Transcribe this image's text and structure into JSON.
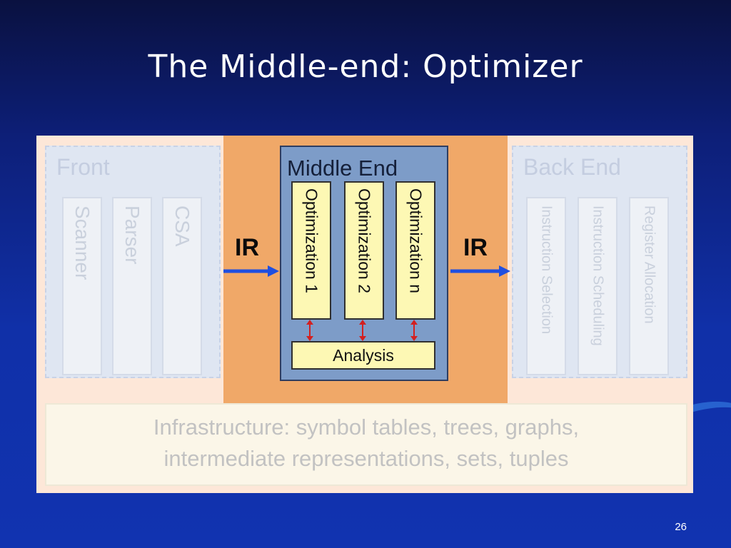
{
  "slide": {
    "title": "The Middle-end: Optimizer",
    "page_number": "26"
  },
  "figure": {
    "front_end": {
      "title": "Front",
      "stages": [
        "Scanner",
        "Parser",
        "CSA"
      ]
    },
    "middle_end": {
      "title": "Middle End",
      "optimizations": [
        "Optimization 1",
        "Optimization 2",
        "Optimization n"
      ],
      "analysis": "Analysis"
    },
    "back_end": {
      "title": "Back End",
      "stages": [
        "Instruction Selection",
        "Instruction Scheduling",
        "Register Allocation"
      ]
    },
    "ir_in_label": "IR",
    "ir_out_label": "IR",
    "infrastructure": {
      "line1": "Infrastructure: symbol tables, trees, graphs,",
      "line2": "intermediate representations, sets, tuples"
    }
  },
  "colors": {
    "background": "#1030a8",
    "middle_band": "#f0a868",
    "middle_box": "#7d9cc8",
    "opt_box": "#fdf8b4",
    "arrow": "#1f4fe0",
    "connector": "#d32020"
  }
}
